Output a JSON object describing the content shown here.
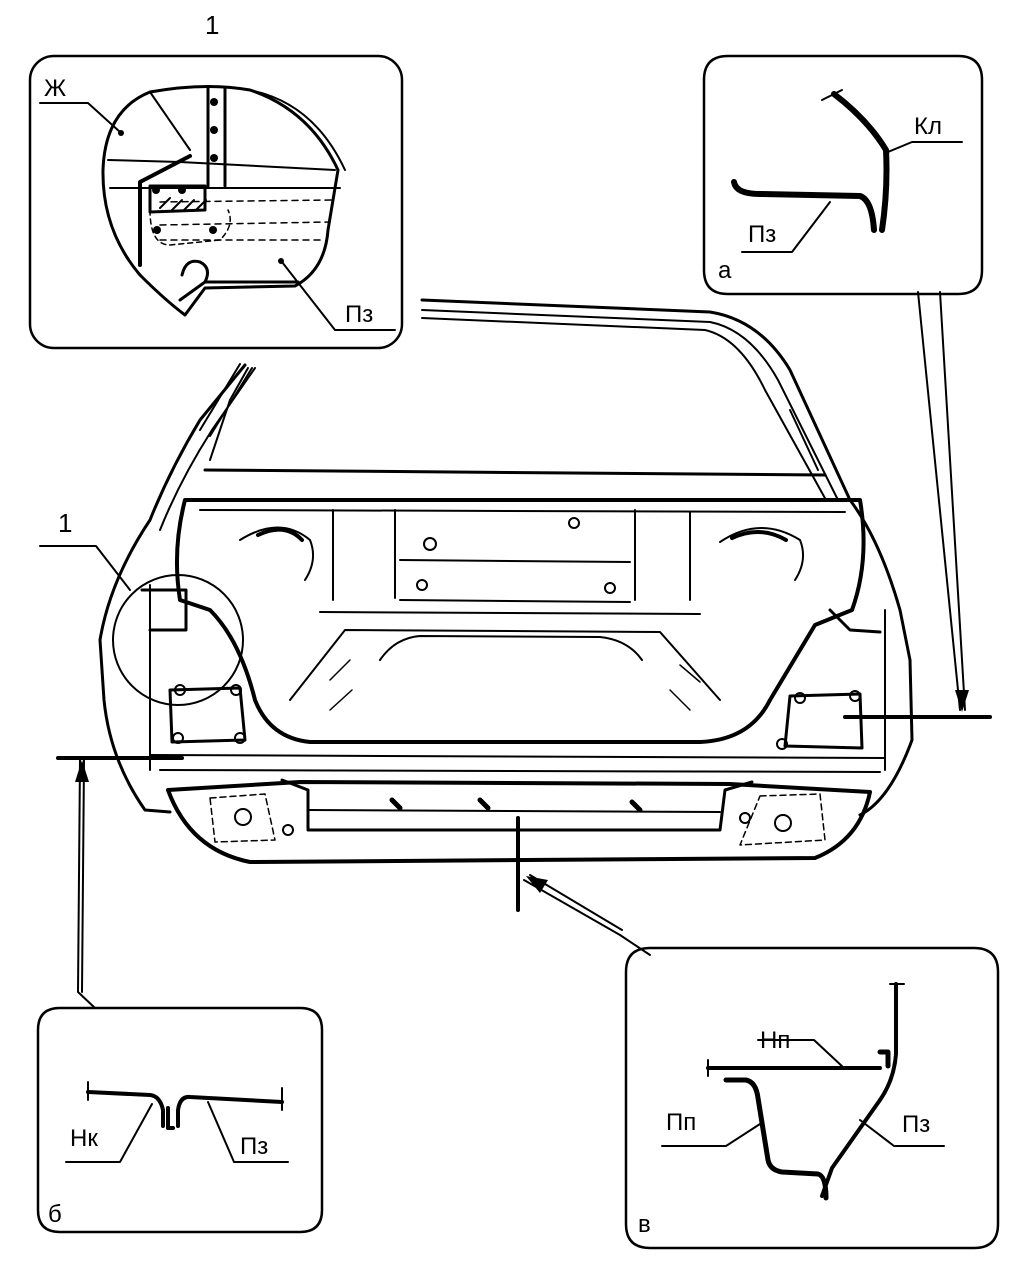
{
  "figure": {
    "detail_1": {
      "number": "1",
      "label_zh": "Ж",
      "label_pz": "Пз"
    },
    "detail_a": {
      "letter": "а",
      "label_kl": "Кл",
      "label_pz": "Пз"
    },
    "detail_b": {
      "letter": "б",
      "label_nk": "Нк",
      "label_pz": "Пз"
    },
    "detail_v": {
      "letter": "в",
      "label_np": "Нп",
      "label_pp": "Пп",
      "label_pz": "Пз"
    },
    "main_callout": "1"
  },
  "colors": {
    "ink": "#000000",
    "paper": "#ffffff"
  }
}
